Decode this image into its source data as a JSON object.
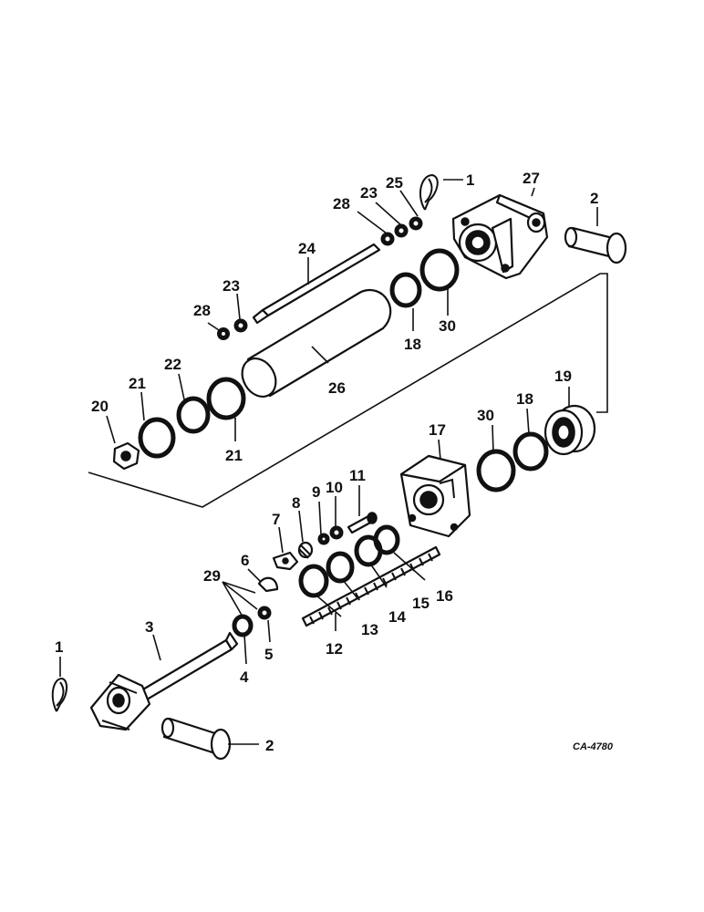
{
  "diagram": {
    "figure_code": "CA-4780",
    "callouts": [
      {
        "id": "c1a",
        "label": "1"
      },
      {
        "id": "c2a",
        "label": "2"
      },
      {
        "id": "c27",
        "label": "27"
      },
      {
        "id": "c25",
        "label": "25"
      },
      {
        "id": "c23a",
        "label": "23"
      },
      {
        "id": "c28a",
        "label": "28"
      },
      {
        "id": "c24",
        "label": "24"
      },
      {
        "id": "c23b",
        "label": "23"
      },
      {
        "id": "c28b",
        "label": "28"
      },
      {
        "id": "c18a",
        "label": "18"
      },
      {
        "id": "c30a",
        "label": "30"
      },
      {
        "id": "c22",
        "label": "22"
      },
      {
        "id": "c21a",
        "label": "21"
      },
      {
        "id": "c20",
        "label": "20"
      },
      {
        "id": "c26",
        "label": "26"
      },
      {
        "id": "c21b",
        "label": "21"
      },
      {
        "id": "c19",
        "label": "19"
      },
      {
        "id": "c18b",
        "label": "18"
      },
      {
        "id": "c30b",
        "label": "30"
      },
      {
        "id": "c17",
        "label": "17"
      },
      {
        "id": "c11",
        "label": "11"
      },
      {
        "id": "c10",
        "label": "10"
      },
      {
        "id": "c9",
        "label": "9"
      },
      {
        "id": "c8",
        "label": "8"
      },
      {
        "id": "c7",
        "label": "7"
      },
      {
        "id": "c6",
        "label": "6"
      },
      {
        "id": "c29",
        "label": "29"
      },
      {
        "id": "c16",
        "label": "16"
      },
      {
        "id": "c15",
        "label": "15"
      },
      {
        "id": "c14",
        "label": "14"
      },
      {
        "id": "c13",
        "label": "13"
      },
      {
        "id": "c12",
        "label": "12"
      },
      {
        "id": "c5",
        "label": "5"
      },
      {
        "id": "c4",
        "label": "4"
      },
      {
        "id": "c3",
        "label": "3"
      },
      {
        "id": "c1b",
        "label": "1"
      },
      {
        "id": "c2b",
        "label": "2"
      }
    ]
  }
}
